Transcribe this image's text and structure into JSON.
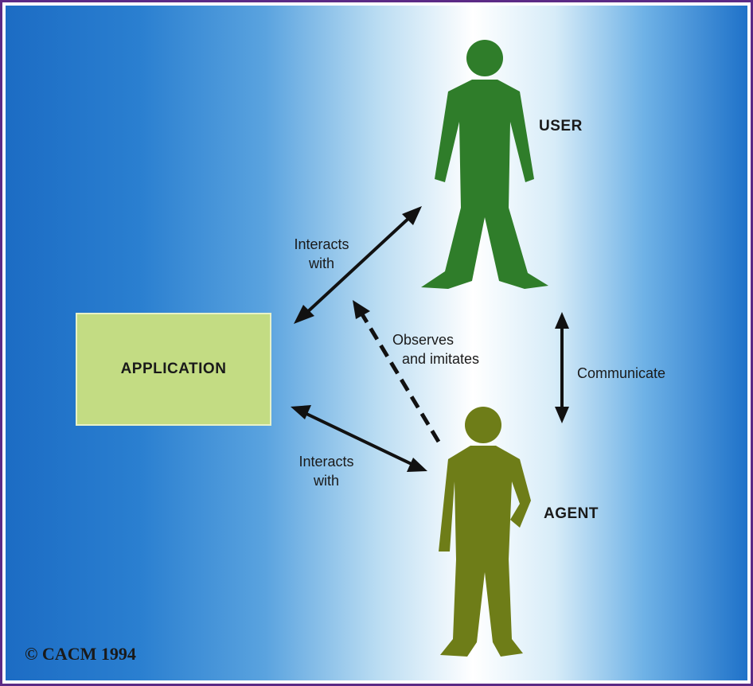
{
  "nodes": {
    "application": "APPLICATION",
    "user": "USER",
    "agent": "AGENT"
  },
  "edges": {
    "user_app_line1": "Interacts",
    "user_app_line2": "with",
    "agent_app_line1": "Interacts",
    "agent_app_line2": "with",
    "observes_line1": "Observes",
    "observes_line2": "and imitates",
    "communicate": "Communicate"
  },
  "copyright": "© CACM 1994",
  "colors": {
    "user_figure": "#2f7d2a",
    "agent_figure": "#6e7d18",
    "application_box": "#c3dc83",
    "border": "#5b2a86"
  }
}
